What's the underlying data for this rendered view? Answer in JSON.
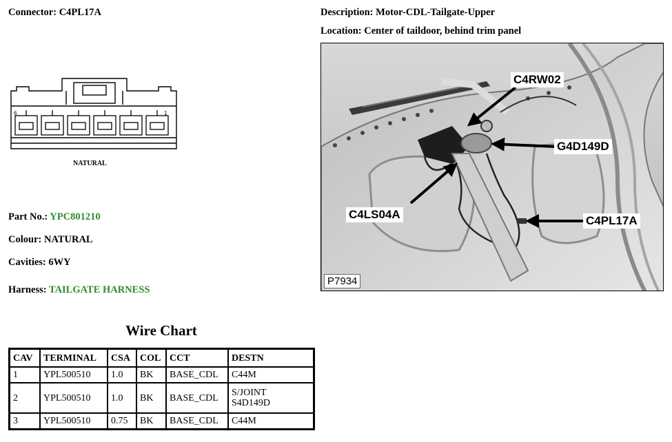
{
  "connector": {
    "label": "Connector:",
    "value": "C4PL17A"
  },
  "description": {
    "label": "Description:",
    "value": "Motor-CDL-Tailgate-Upper"
  },
  "location": {
    "label": "Location:",
    "value": "Center of taildoor, behind trim panel"
  },
  "diagram": {
    "pin_left": "6",
    "pin_right": "1",
    "colour_caption": "NATURAL"
  },
  "part": {
    "label": "Part No.:",
    "value": "YPC801210"
  },
  "colour": {
    "label": "Colour:",
    "value": "NATURAL"
  },
  "cavities": {
    "label": "Cavities:",
    "value": "6WY"
  },
  "harness": {
    "label": "Harness:",
    "value": "TAILGATE HARNESS"
  },
  "photo": {
    "callouts": [
      "C4RW02",
      "G4D149D",
      "C4LS04A",
      "C4PL17A"
    ],
    "id": "P7934"
  },
  "wire_chart": {
    "title": "Wire Chart",
    "headers": [
      "CAV",
      "TERMINAL",
      "CSA",
      "COL",
      "CCT",
      "DESTN"
    ],
    "rows": [
      [
        "1",
        "YPL500510",
        "1.0",
        "BK",
        "BASE_CDL",
        "C44M"
      ],
      [
        "2",
        "YPL500510",
        "1.0",
        "BK",
        "BASE_CDL",
        "S/JOINT\nS4D149D"
      ],
      [
        "3",
        "YPL500510",
        "0.75",
        "BK",
        "BASE_CDL",
        "C44M"
      ]
    ]
  },
  "colors": {
    "green": "#2e8b2e",
    "text": "#000000"
  }
}
